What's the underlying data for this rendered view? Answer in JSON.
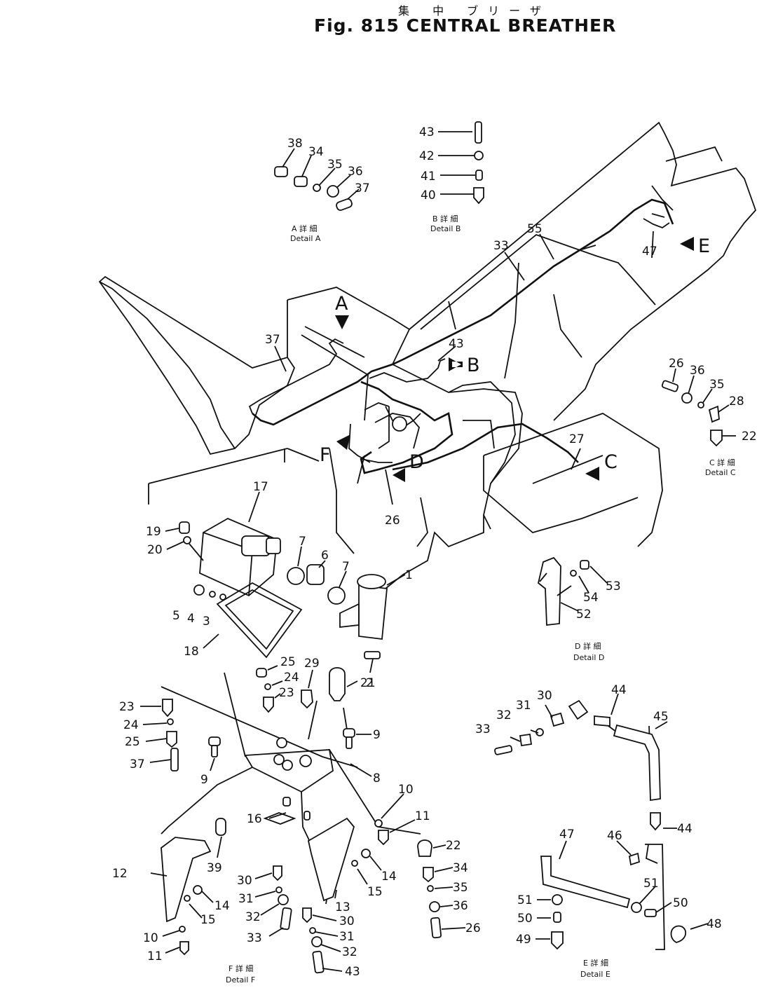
{
  "title": {
    "japanese": "集 中 ブリーザ",
    "english": "Fig. 815  CENTRAL BREATHER"
  },
  "views": [
    "A",
    "B",
    "C",
    "D",
    "E",
    "F"
  ],
  "details": {
    "A": {
      "label_jp": "A 詳 細",
      "label_en": "Detail A",
      "parts": [
        "38",
        "34",
        "35",
        "36",
        "37"
      ]
    },
    "B": {
      "label_jp": "B 詳 細",
      "label_en": "Detail B",
      "parts": [
        "43",
        "42",
        "41",
        "40"
      ]
    },
    "C": {
      "label_jp": "C 詳 細",
      "label_en": "Detail C",
      "parts": [
        "26",
        "36",
        "35",
        "28",
        "22"
      ]
    },
    "D": {
      "label_jp": "D 詳 細",
      "label_en": "Detail D",
      "parts": [
        "53",
        "54",
        "52"
      ]
    },
    "E": {
      "label_jp": "E 詳 細",
      "label_en": "Detail E",
      "parts": [
        "44",
        "45",
        "33",
        "32",
        "31",
        "30",
        "44",
        "46",
        "47",
        "51",
        "50",
        "48",
        "51",
        "50",
        "49"
      ]
    },
    "F": {
      "label_jp": "F 詳 細",
      "label_en": "Detail F",
      "parts": [
        "23",
        "24",
        "25",
        "37",
        "9",
        "25",
        "24",
        "23",
        "29",
        "21",
        "9",
        "8",
        "16",
        "39",
        "12",
        "14",
        "15",
        "10",
        "11",
        "30",
        "31",
        "32",
        "33",
        "10",
        "11",
        "14",
        "15",
        "13",
        "22",
        "34",
        "35",
        "36",
        "26",
        "30",
        "31",
        "32",
        "43"
      ]
    }
  },
  "main_parts": [
    "33",
    "55",
    "47",
    "37",
    "43",
    "27",
    "26",
    "17",
    "19",
    "20",
    "7",
    "6",
    "7",
    "1",
    "5",
    "4",
    "3",
    "18",
    "2"
  ]
}
